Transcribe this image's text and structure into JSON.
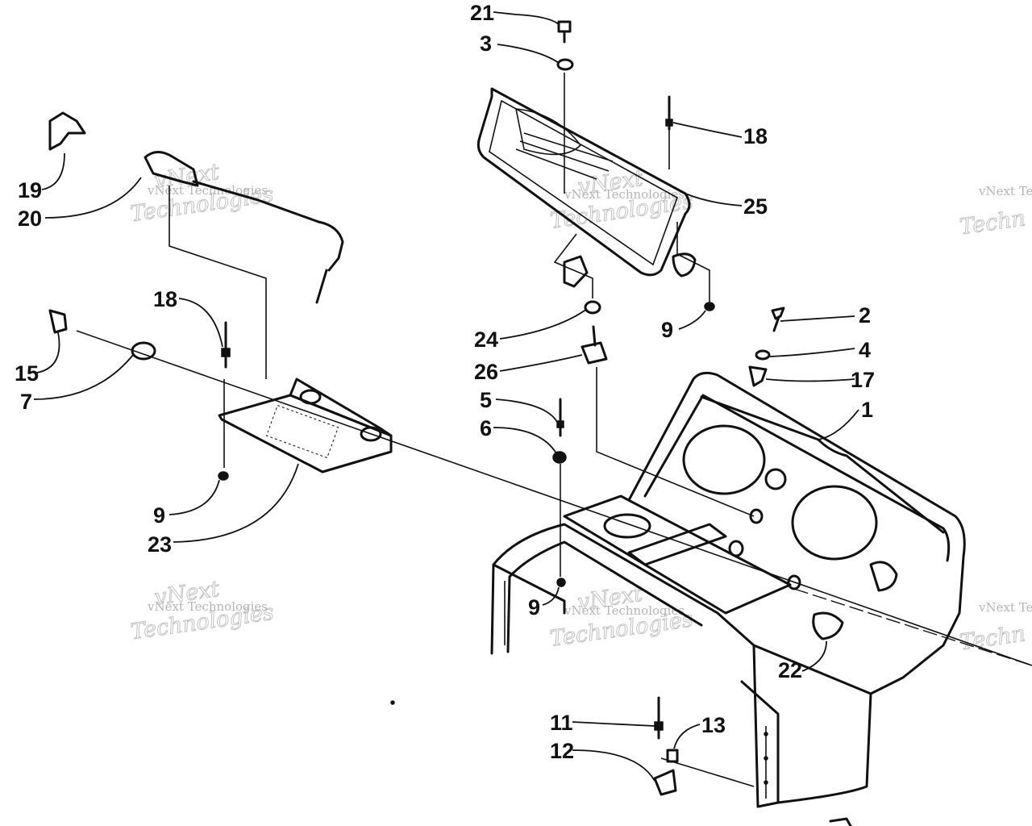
{
  "callouts": [
    {
      "id": "21",
      "text": "21"
    },
    {
      "id": "3",
      "text": "3"
    },
    {
      "id": "18a",
      "text": "18"
    },
    {
      "id": "25",
      "text": "25"
    },
    {
      "id": "19",
      "text": "19"
    },
    {
      "id": "20",
      "text": "20"
    },
    {
      "id": "9a",
      "text": "9"
    },
    {
      "id": "24",
      "text": "24"
    },
    {
      "id": "26",
      "text": "26"
    },
    {
      "id": "2",
      "text": "2"
    },
    {
      "id": "4",
      "text": "4"
    },
    {
      "id": "17",
      "text": "17"
    },
    {
      "id": "1",
      "text": "1"
    },
    {
      "id": "18b",
      "text": "18"
    },
    {
      "id": "15",
      "text": "15"
    },
    {
      "id": "7",
      "text": "7"
    },
    {
      "id": "5",
      "text": "5"
    },
    {
      "id": "6",
      "text": "6"
    },
    {
      "id": "9b",
      "text": "9"
    },
    {
      "id": "23",
      "text": "23"
    },
    {
      "id": "9c",
      "text": "9"
    },
    {
      "id": "22",
      "text": "22"
    },
    {
      "id": "11",
      "text": "11"
    },
    {
      "id": "12",
      "text": "12"
    },
    {
      "id": "13",
      "text": "13"
    }
  ],
  "watermarks": {
    "company": "vNext Technologies",
    "line1": "vNext",
    "line2": "Technologies",
    "edge": "vNext Te",
    "edge_big": "Techn"
  }
}
